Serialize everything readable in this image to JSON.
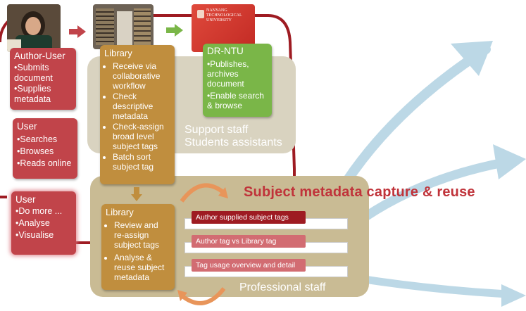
{
  "author_user": {
    "title": "Author-User",
    "items": [
      "•Submits document",
      "•Supplies metadata"
    ]
  },
  "library_1": {
    "title": "Library",
    "items": [
      "Receive via collaborative workflow",
      "Check descriptive metadata",
      "Check-assign broad level subject tags",
      "Batch sort subject tag"
    ]
  },
  "dr_ntu": {
    "title": "DR-NTU",
    "items": [
      "•Publishes, archives document",
      "•Enable search & browse"
    ]
  },
  "logo": {
    "line1": "NANYANG",
    "line2": "TECHNOLOGICAL",
    "line3": "UNIVERSITY"
  },
  "user_1": {
    "title": "User",
    "items": [
      "•Searches",
      "•Browses",
      "•Reads online"
    ]
  },
  "user_2": {
    "title": "User",
    "items": [
      "•Do more ...",
      "•Analyse",
      "•Visualise"
    ]
  },
  "library_2": {
    "title": "Library",
    "items": [
      "Review and re-assign subject tags",
      "Analyse & reuse subject metadata"
    ]
  },
  "support_staff": {
    "line1": "Support staff",
    "line2": "Students assistants"
  },
  "professional_staff": "Professional staff",
  "headline": "Subject metadata capture & reuse",
  "tags": [
    "Author  supplied subject tags",
    "Author tag vs Library tag",
    "Tag usage overview and  detail"
  ],
  "colors": {
    "red": "#c1444a",
    "brown": "#c08e3e",
    "green": "#7ab648",
    "headline": "#c0333a",
    "arrow_blue": "#bcd8e6"
  }
}
